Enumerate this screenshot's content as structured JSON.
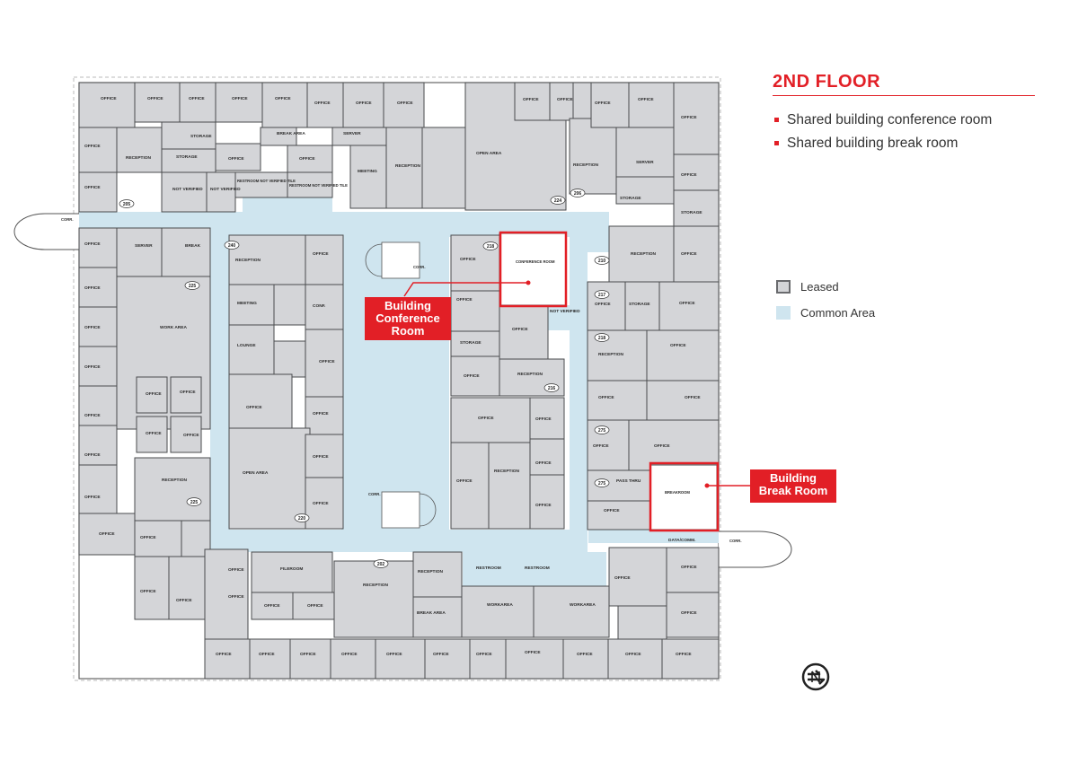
{
  "header": {
    "title": "2ND FLOOR",
    "bullets": [
      "Shared building conference room",
      "Shared building break room"
    ]
  },
  "legend": [
    {
      "label": "Leased",
      "color": "#d4d5d8"
    },
    {
      "label": "Common Area",
      "color": "#cfe5ef"
    }
  ],
  "callouts": {
    "conference": "Building Conference Room",
    "break": "Building Break Room"
  },
  "colors": {
    "accent": "#e21f26",
    "leased": "#d4d5d8",
    "common": "#cfe5ef"
  },
  "room_tags": [
    "205",
    "240",
    "225",
    "225",
    "220",
    "218",
    "216",
    "217",
    "218",
    "275",
    "275",
    "210",
    "206",
    "224",
    "202"
  ],
  "plan": {
    "conference_room_label": "CONFERENCE ROOM",
    "break_room_label": "BREAKROOM",
    "rooms": {
      "office": "OFFICE",
      "reception": "RECEPTION",
      "storage": "STORAGE",
      "server": "SERVER",
      "break_area": "BREAK AREA",
      "restroom_nv": "RESTROOM NOT VERIFIED TILE",
      "not_verified": "NOT VERIFIED",
      "meeting": "MEETING",
      "open_area": "OPEN AREA",
      "break": "BREAK",
      "work_area": "WORK AREA",
      "conf": "CONF.",
      "lounge": "LOUNGE",
      "pass_thru": "PASS THRU",
      "data_comm": "DATA/COMM.",
      "file_room": "FILEROOM",
      "restroom": "RESTROOM",
      "workarea": "WORKAREA",
      "corr": "CORR."
    }
  },
  "compass": "north-arrow-icon"
}
